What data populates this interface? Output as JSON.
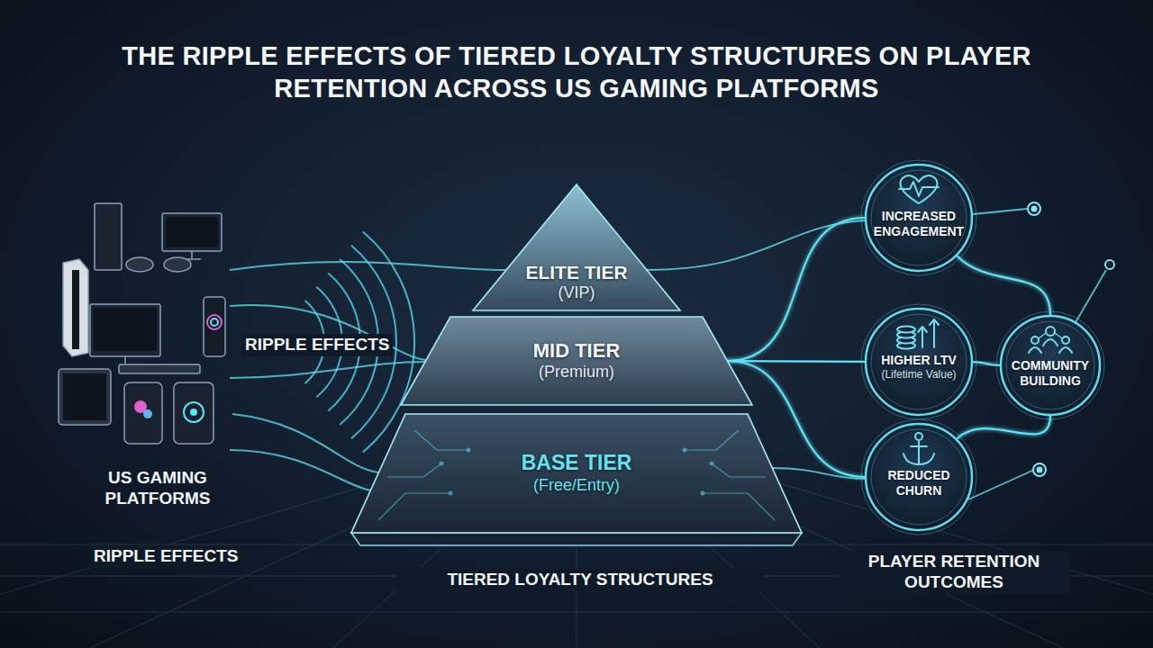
{
  "diagram": {
    "title": "THE RIPPLE EFFECTS OF TIERED LOYALTY STRUCTURES ON PLAYER RETENTION ACROSS US GAMING PLATFORMS",
    "nodes": [
      {
        "text": [
          "ELITE TIER",
          "(VIP)"
        ]
      },
      {
        "text": [
          "MID TIER",
          "(Premium)"
        ]
      },
      {
        "text": [
          "BASE TIER",
          "(Free/Entry)"
        ]
      },
      {
        "text": [
          "INCREASED ENGAGEMENT"
        ]
      },
      {
        "text": [
          "HIGHER LTV",
          "(Lifetime Value)"
        ]
      },
      {
        "text": [
          "COMMUNITY BUILDING"
        ]
      },
      {
        "text": [
          "REDUCED CHURN"
        ]
      }
    ],
    "edges": [
      {
        "from": 1,
        "to": 3,
        "arrow": "none"
      },
      {
        "from": 1,
        "to": 4,
        "arrow": "none"
      },
      {
        "from": 1,
        "to": 6,
        "arrow": "none"
      },
      {
        "from": 3,
        "to": 5,
        "arrow": "none"
      },
      {
        "from": 4,
        "to": 5,
        "arrow": "none"
      },
      {
        "from": 6,
        "to": 5,
        "arrow": "none"
      }
    ],
    "labels": [
      "RIPPLE EFFECTS",
      "US GAMING PLATFORMS",
      "RIPPLE EFFECTS",
      "TIERED LOYALTY STRUCTURES",
      "PLAYER RETENTION OUTCOMES"
    ]
  }
}
